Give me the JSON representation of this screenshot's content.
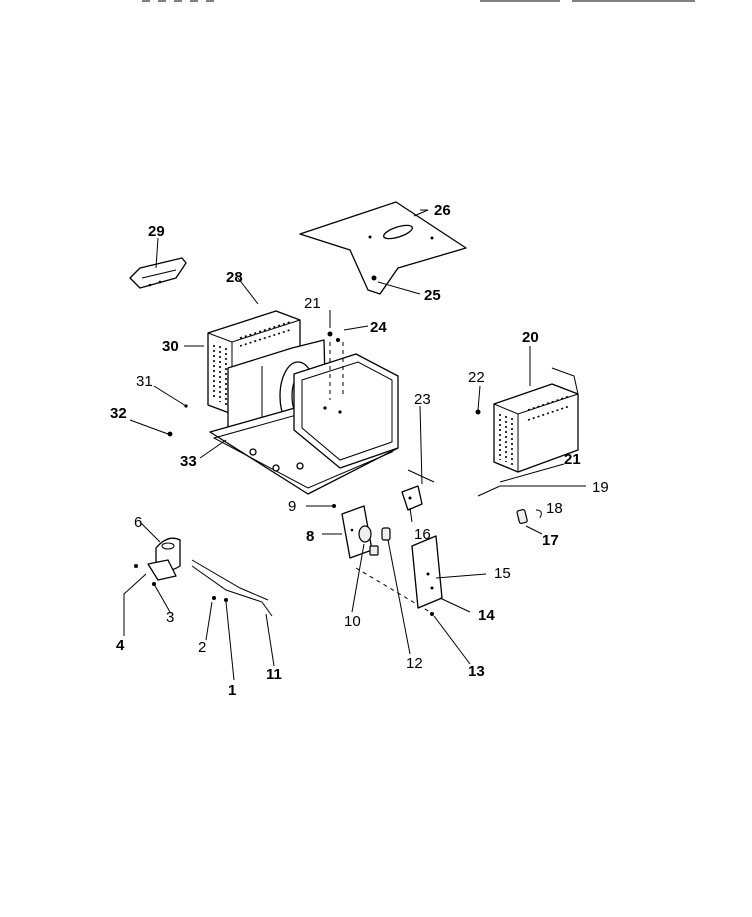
{
  "diagram": {
    "callouts": [
      {
        "id": "p1",
        "label": "1",
        "bold": true
      },
      {
        "id": "p2",
        "label": "2",
        "bold": false
      },
      {
        "id": "p3",
        "label": "3",
        "bold": false
      },
      {
        "id": "p4",
        "label": "4",
        "bold": true
      },
      {
        "id": "p6",
        "label": "6",
        "bold": false
      },
      {
        "id": "p8",
        "label": "8",
        "bold": true
      },
      {
        "id": "p9",
        "label": "9",
        "bold": false
      },
      {
        "id": "p10",
        "label": "10",
        "bold": false
      },
      {
        "id": "p11",
        "label": "11",
        "bold": true
      },
      {
        "id": "p12",
        "label": "12",
        "bold": false
      },
      {
        "id": "p13",
        "label": "13",
        "bold": true
      },
      {
        "id": "p14",
        "label": "14",
        "bold": true
      },
      {
        "id": "p15",
        "label": "15",
        "bold": false
      },
      {
        "id": "p16",
        "label": "16",
        "bold": false
      },
      {
        "id": "p17",
        "label": "17",
        "bold": true
      },
      {
        "id": "p18",
        "label": "18",
        "bold": false
      },
      {
        "id": "p19",
        "label": "19",
        "bold": false
      },
      {
        "id": "p20",
        "label": "20",
        "bold": true
      },
      {
        "id": "p21a",
        "label": "21",
        "bold": false
      },
      {
        "id": "p21b",
        "label": "21",
        "bold": true
      },
      {
        "id": "p22",
        "label": "22",
        "bold": false
      },
      {
        "id": "p23",
        "label": "23",
        "bold": false
      },
      {
        "id": "p24",
        "label": "24",
        "bold": true
      },
      {
        "id": "p25",
        "label": "25",
        "bold": true
      },
      {
        "id": "p26",
        "label": "26",
        "bold": true
      },
      {
        "id": "p28",
        "label": "28",
        "bold": true
      },
      {
        "id": "p29",
        "label": "29",
        "bold": true
      },
      {
        "id": "p30",
        "label": "30",
        "bold": true
      },
      {
        "id": "p31",
        "label": "31",
        "bold": false
      },
      {
        "id": "p32",
        "label": "32",
        "bold": true
      },
      {
        "id": "p33",
        "label": "33",
        "bold": true
      }
    ]
  }
}
